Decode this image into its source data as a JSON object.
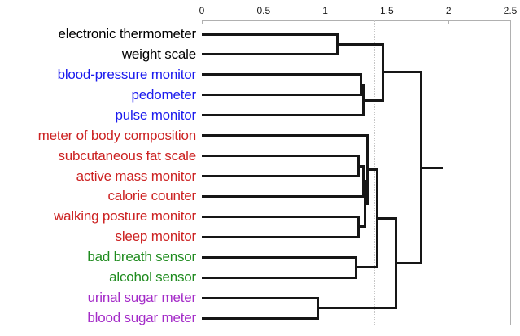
{
  "figure": {
    "background": "#ffffff",
    "axis_color": "#b0b0b0",
    "tick_label_color": "#1a1a1a"
  },
  "axis": {
    "position": "top",
    "tick_labels": [
      "0",
      "0.5",
      "1",
      "1.5",
      "2",
      "2.5"
    ],
    "tick_values": [
      0,
      0.5,
      1,
      1.5,
      2,
      2.5
    ],
    "range": [
      0,
      2.5
    ]
  },
  "chart_data": {
    "type": "dendrogram",
    "orientation": "leaves-left-axis-top",
    "title": "",
    "xlabel": "",
    "axis_range": [
      0,
      2.5
    ],
    "axis_ticks": [
      0,
      0.5,
      1,
      1.5,
      2,
      2.5
    ],
    "grid": false,
    "threshold_line": {
      "value": 1.4,
      "style": "dotted",
      "color": "#c6c6c6"
    },
    "line_color": "#161616",
    "color_groups": {
      "black": "#000000",
      "blue": "#1a1aee",
      "red": "#cc2222",
      "green": "#1e8b1e",
      "purple": "#a42bc8"
    },
    "leaves": [
      {
        "id": "L1",
        "label": "electronic thermometer",
        "group": "black",
        "color": "#000000"
      },
      {
        "id": "L2",
        "label": "weight scale",
        "group": "black",
        "color": "#000000"
      },
      {
        "id": "L3",
        "label": "blood-pressure monitor",
        "group": "blue",
        "color": "#1a1aee"
      },
      {
        "id": "L4",
        "label": "pedometer",
        "group": "blue",
        "color": "#1a1aee"
      },
      {
        "id": "L5",
        "label": "pulse monitor",
        "group": "blue",
        "color": "#1a1aee"
      },
      {
        "id": "L6",
        "label": "meter of body composition",
        "group": "red",
        "color": "#cc2222"
      },
      {
        "id": "L7",
        "label": "subcutaneous fat scale",
        "group": "red",
        "color": "#cc2222"
      },
      {
        "id": "L8",
        "label": "active mass monitor",
        "group": "red",
        "color": "#cc2222"
      },
      {
        "id": "L9",
        "label": "calorie counter",
        "group": "red",
        "color": "#cc2222"
      },
      {
        "id": "L10",
        "label": "walking posture monitor",
        "group": "red",
        "color": "#cc2222"
      },
      {
        "id": "L11",
        "label": "sleep monitor",
        "group": "red",
        "color": "#cc2222"
      },
      {
        "id": "L12",
        "label": "bad breath sensor",
        "group": "green",
        "color": "#1e8b1e"
      },
      {
        "id": "L13",
        "label": "alcohol sensor",
        "group": "green",
        "color": "#1e8b1e"
      },
      {
        "id": "L14",
        "label": "urinal sugar meter",
        "group": "purple",
        "color": "#a42bc8"
      },
      {
        "id": "L15",
        "label": "blood sugar meter",
        "group": "purple",
        "color": "#a42bc8"
      }
    ],
    "merges": [
      {
        "id": "M1",
        "a": "L1",
        "b": "L2",
        "distance": 1.1
      },
      {
        "id": "M2",
        "a": "L3",
        "b": "L4",
        "distance": 1.29
      },
      {
        "id": "M3",
        "a": "M2",
        "b": "L5",
        "distance": 1.31
      },
      {
        "id": "M4",
        "a": "M1",
        "b": "M3",
        "distance": 1.47
      },
      {
        "id": "M5",
        "a": "L7",
        "b": "L8",
        "distance": 1.27
      },
      {
        "id": "M6",
        "a": "M5",
        "b": "L9",
        "distance": 1.31
      },
      {
        "id": "M7",
        "a": "L10",
        "b": "L11",
        "distance": 1.27
      },
      {
        "id": "M8",
        "a": "M6",
        "b": "M7",
        "distance": 1.32
      },
      {
        "id": "M9",
        "a": "L6",
        "b": "M8",
        "distance": 1.34
      },
      {
        "id": "M10",
        "a": "L12",
        "b": "L13",
        "distance": 1.25
      },
      {
        "id": "M11",
        "a": "M9",
        "b": "M10",
        "distance": 1.42
      },
      {
        "id": "M12",
        "a": "L14",
        "b": "L15",
        "distance": 0.94
      },
      {
        "id": "M13",
        "a": "M11",
        "b": "M12",
        "distance": 1.57
      },
      {
        "id": "M14",
        "a": "M4",
        "b": "M13",
        "distance": 1.78
      }
    ],
    "root_stub_end": 1.95
  }
}
